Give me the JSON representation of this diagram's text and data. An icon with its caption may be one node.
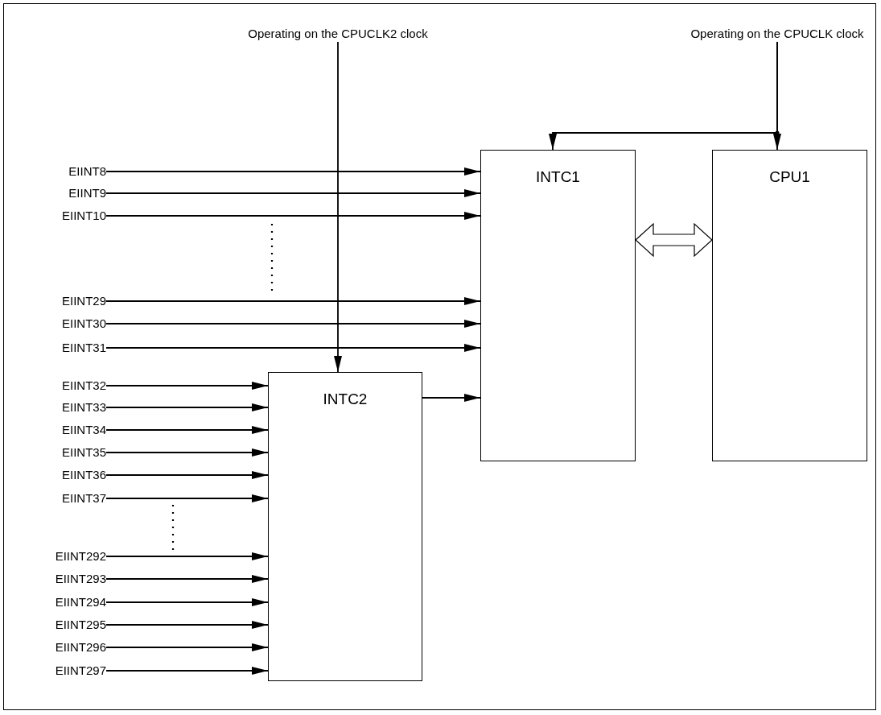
{
  "diagram": {
    "nodes": [
      {
        "text": [
          "Operating on the CPUCLK2 clock"
        ]
      },
      {
        "text": [
          "Operating on the CPUCLK clock"
        ]
      },
      {
        "text": [
          "INTC1"
        ]
      },
      {
        "text": [
          "CPU1"
        ]
      },
      {
        "text": [
          "INTC2"
        ]
      },
      {
        "text": [
          "EIINT8"
        ]
      },
      {
        "text": [
          "EIINT9"
        ]
      },
      {
        "text": [
          "EIINT10"
        ]
      },
      {
        "text": [
          "EIINT29"
        ]
      },
      {
        "text": [
          "EIINT30"
        ]
      },
      {
        "text": [
          "EIINT31"
        ]
      },
      {
        "text": [
          "EIINT32"
        ]
      },
      {
        "text": [
          "EIINT33"
        ]
      },
      {
        "text": [
          "EIINT34"
        ]
      },
      {
        "text": [
          "EIINT35"
        ]
      },
      {
        "text": [
          "EIINT36"
        ]
      },
      {
        "text": [
          "EIINT37"
        ]
      },
      {
        "text": [
          "EIINT292"
        ]
      },
      {
        "text": [
          "EIINT293"
        ]
      },
      {
        "text": [
          "EIINT294"
        ]
      },
      {
        "text": [
          "EIINT295"
        ]
      },
      {
        "text": [
          "EIINT296"
        ]
      },
      {
        "text": [
          "EIINT297"
        ]
      }
    ],
    "edges": [
      {
        "from": 0,
        "to": 4,
        "arrow": "to"
      },
      {
        "from": 1,
        "to": 2,
        "arrow": "to"
      },
      {
        "from": 1,
        "to": 3,
        "arrow": "to"
      },
      {
        "from": 2,
        "to": 3,
        "arrow": "both",
        "style": "thick"
      },
      {
        "from": 5,
        "to": 2,
        "arrow": "to"
      },
      {
        "from": 6,
        "to": 2,
        "arrow": "to"
      },
      {
        "from": 7,
        "to": 2,
        "arrow": "to"
      },
      {
        "from": 8,
        "to": 2,
        "arrow": "to"
      },
      {
        "from": 9,
        "to": 2,
        "arrow": "to"
      },
      {
        "from": 10,
        "to": 2,
        "arrow": "to"
      },
      {
        "from": 4,
        "to": 2,
        "arrow": "to"
      },
      {
        "from": 11,
        "to": 4,
        "arrow": "to"
      },
      {
        "from": 12,
        "to": 4,
        "arrow": "to"
      },
      {
        "from": 13,
        "to": 4,
        "arrow": "to"
      },
      {
        "from": 14,
        "to": 4,
        "arrow": "to"
      },
      {
        "from": 15,
        "to": 4,
        "arrow": "to"
      },
      {
        "from": 16,
        "to": 4,
        "arrow": "to"
      },
      {
        "from": 17,
        "to": 4,
        "arrow": "to"
      },
      {
        "from": 18,
        "to": 4,
        "arrow": "to"
      },
      {
        "from": 19,
        "to": 4,
        "arrow": "to"
      },
      {
        "from": 20,
        "to": 4,
        "arrow": "to"
      },
      {
        "from": 21,
        "to": 4,
        "arrow": "to"
      },
      {
        "from": 22,
        "to": 4,
        "arrow": "to"
      }
    ]
  }
}
